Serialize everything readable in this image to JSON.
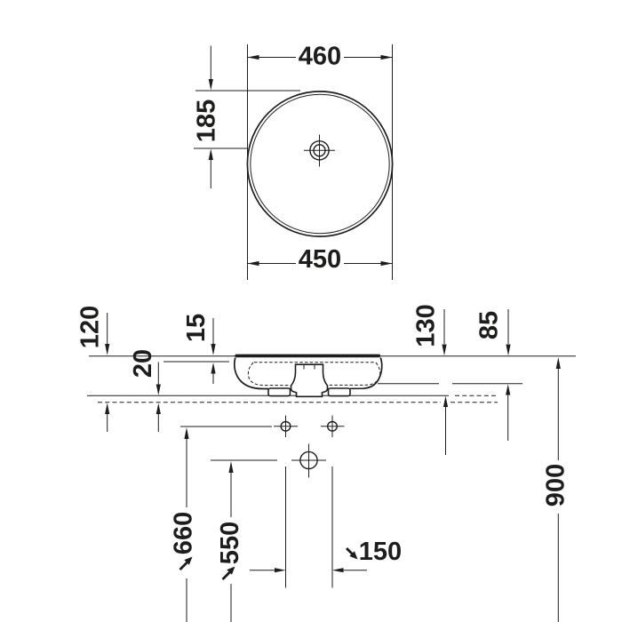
{
  "drawing": {
    "kind": "washbasin-technical-drawing",
    "colors": {
      "line": "#1d1d1b",
      "background": "#ffffff"
    },
    "top_view": {
      "width_label": "460",
      "depth_to_drain_label": "185",
      "bottom_width_label": "450"
    },
    "side_view": {
      "height_label": "120",
      "rim_label": "15",
      "recess_label": "20",
      "height130_label": "130",
      "height85_label": "85",
      "install_height_label": "900",
      "leader660_label": "660",
      "leader550_label": "550",
      "hole_spacing_label": "150"
    }
  }
}
